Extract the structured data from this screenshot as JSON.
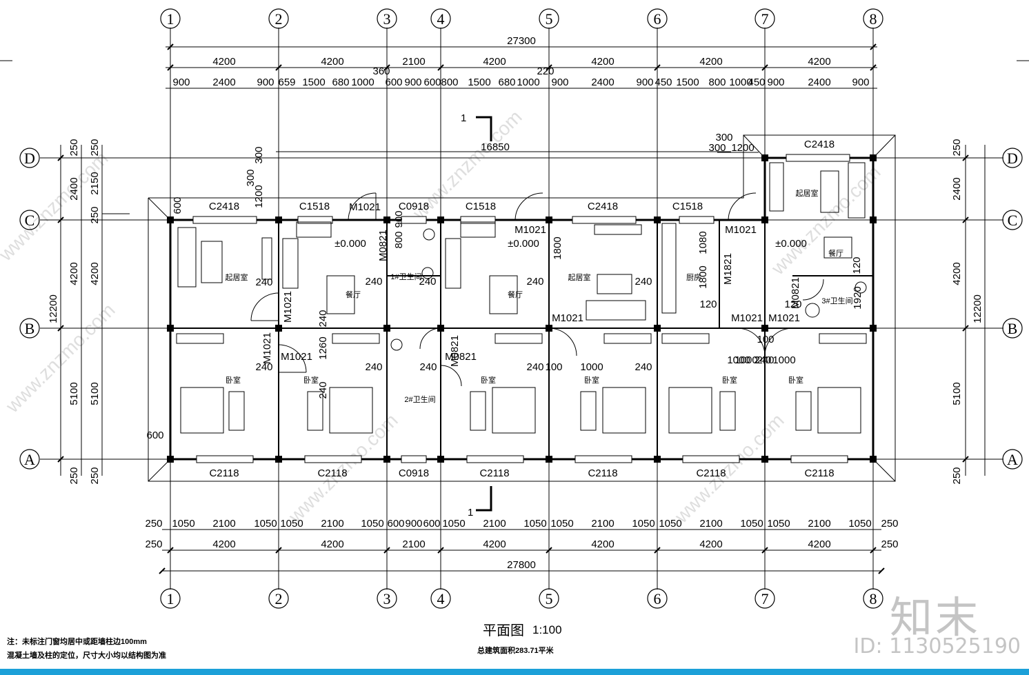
{
  "axes_columns": [
    "1",
    "2",
    "3",
    "4",
    "5",
    "6",
    "7",
    "8"
  ],
  "axes_rows": [
    "D",
    "C",
    "B",
    "A"
  ],
  "dims": {
    "top_total": "27300",
    "top_bays": [
      "4200",
      "4200",
      "2100",
      "4200",
      "4200",
      "4200",
      "4200"
    ],
    "top_detail": [
      "900",
      "2400",
      "900",
      "659",
      "1500",
      "680",
      "1000",
      "600",
      "900",
      "600",
      "800",
      "1500",
      "680",
      "1000",
      "900",
      "2400",
      "900",
      "450",
      "1500",
      "800",
      "1000",
      "450",
      "900",
      "2400",
      "900"
    ],
    "top_extra_360": "360",
    "top_extra_220": "220",
    "upper_16850": "16850",
    "upper_300": "300",
    "upper_300b": "300",
    "upper_1200": "1200",
    "bottom_detail": [
      "250",
      "1050",
      "2100",
      "1050",
      "1050",
      "2100",
      "1050",
      "600",
      "900",
      "600",
      "1050",
      "2100",
      "1050",
      "1050",
      "2100",
      "1050",
      "1050",
      "2100",
      "1050",
      "1050",
      "2100",
      "1050",
      "250"
    ],
    "bottom_bays": [
      "250",
      "4200",
      "4200",
      "2100",
      "4200",
      "4200",
      "4200",
      "4200",
      "250"
    ],
    "bottom_total": "27800",
    "left_outer": [
      "250",
      "2400",
      "4200",
      "5100",
      "250"
    ],
    "left_inner": [
      "250",
      "2150",
      "250",
      "4200",
      "5100",
      "250"
    ],
    "left_total": "12200",
    "right_outer": [
      "250",
      "2400",
      "4200",
      "5100",
      "250"
    ],
    "right_total": "12200",
    "misc_300": "300",
    "misc_300b": "300",
    "misc_1200": "1200",
    "misc_600a": "600",
    "misc_600b": "600"
  },
  "windows": {
    "top": [
      "C2418",
      "C1518",
      "C0918",
      "C1518",
      "C2418",
      "C1518",
      "C2418"
    ],
    "bottom": [
      "C2118",
      "C2118",
      "C0918",
      "C2118",
      "C2118",
      "C2118",
      "C2118"
    ]
  },
  "doors": [
    "M1021",
    "M1021",
    "M1021",
    "M1021",
    "M1021",
    "M1021",
    "M1021",
    "M1021",
    "M1021",
    "M0821",
    "M0821",
    "M0821",
    "M0821",
    "M1821"
  ],
  "levels": [
    "±0.000",
    "±0.000",
    "±0.000"
  ],
  "rooms": {
    "living": "起居室",
    "dining": "餐厅",
    "bedroom": "卧室",
    "kitchen": "厨房",
    "bath1": "1#卫生间",
    "bath2": "2#卫生间",
    "bath3": "3#卫生间"
  },
  "wall_dims": [
    "240",
    "240",
    "240",
    "240",
    "240",
    "240",
    "240",
    "240",
    "240",
    "240",
    "240",
    "240",
    "120",
    "120",
    "120",
    "100",
    "1000",
    "240",
    "1000",
    "240",
    "100",
    "1000",
    "1000",
    "1260",
    "1800",
    "1080",
    "1800",
    "900",
    "1920",
    "800"
  ],
  "section_mark": "1",
  "title": "平面图",
  "scale": "1:100",
  "area_note": "总建筑面积283.71平米",
  "notes": [
    "注：未标注门窗均居中或距墙柱边100mm",
    "混凝土墙及柱的定位，尺寸大小均以结构图为准"
  ],
  "brand": "知末",
  "image_id": "ID: 1130525190",
  "watermark": "www.znzmo.com",
  "colors": {
    "line": "#000000",
    "bar": "#1ca0d8",
    "watermark": "#c4c4c4"
  }
}
